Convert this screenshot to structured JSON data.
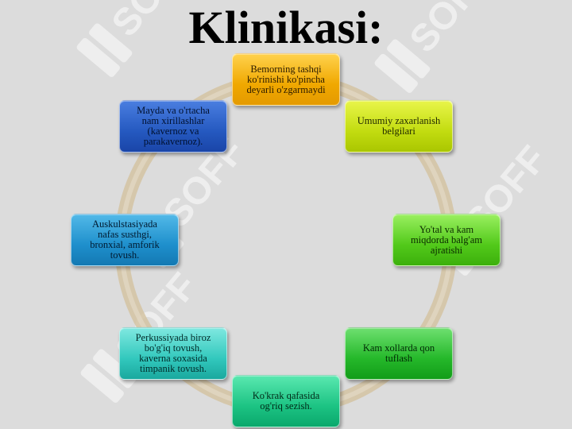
{
  "title": "Klinikasi:",
  "watermark": "SOFF",
  "colors": {
    "background": "#dcdcdc",
    "ring": "#d8c8a8",
    "watermark": "#f2f2f2"
  },
  "nodes": [
    {
      "name": "node-appearance",
      "text": "Bemorning tashqi\nko'rinishi ko'pincha\ndeyarli o'zgarmaydi",
      "color": "orange"
    },
    {
      "name": "node-intoxication",
      "text": "Umumiy zaxarlanish\nbelgilari",
      "color": "lime"
    },
    {
      "name": "node-cough",
      "text": "Yo'tal va kam\nmiqdorda balg'am\najratishi",
      "color": "green"
    },
    {
      "name": "node-hemoptysis",
      "text": "Kam xollarda qon\ntuflash",
      "color": "green"
    },
    {
      "name": "node-chest-pain",
      "text": "Ko'krak qafasida\nog'riq sezish.",
      "color": "teal"
    },
    {
      "name": "node-percussion",
      "text": "Perkussiyada biroz\nbo'g'iq tovush,\nkaverna soxasida\ntimpanik tovush.",
      "color": "cyan"
    },
    {
      "name": "node-auscultation",
      "text": "Auskulstasiyada\nnafas susthgi,\nbronxial, amforik\ntovush.",
      "color": "sky-blue"
    },
    {
      "name": "node-rales",
      "text": "Mayda va o'rtacha\nnam xirillashlar\n(kavernoz va\nparakavernoz).",
      "color": "blue"
    }
  ]
}
